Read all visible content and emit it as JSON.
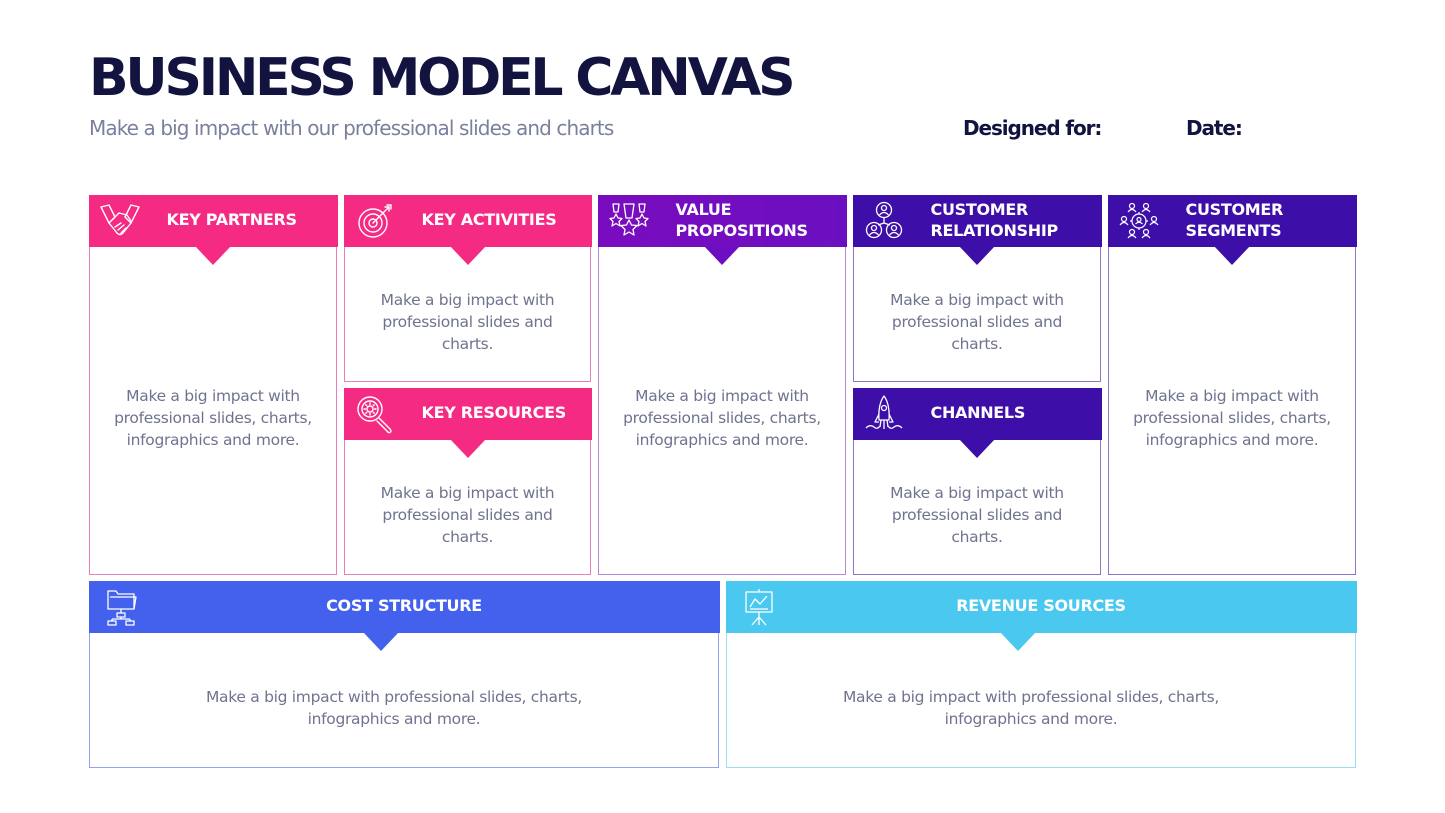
{
  "header": {
    "title": "BUSINESS MODEL CANVAS",
    "subtitle": "Make a big impact with our professional slides and charts",
    "designed_for_label": "Designed for:",
    "date_label": "Date:"
  },
  "colors": {
    "title": "#12133f",
    "subtitle": "#7a7f9e",
    "key_partners": "#f52a82",
    "key_activities": "#f52a82",
    "key_resources": "#f52a82",
    "value_propositions": "#7a0cbf",
    "customer_relationship": "#3d0fa8",
    "channels": "#3d0fa8",
    "customer_segments": "#3d0fa8",
    "cost_structure": "#4461ee",
    "revenue_sources": "#4bc8ef",
    "body_text": "#6f738f"
  },
  "canvas": {
    "key_partners": {
      "title": "KEY PARTNERS",
      "icon": "handshake-icon",
      "text": "Make a big impact with professional slides, charts, infographics and more."
    },
    "key_activities": {
      "title": "KEY ACTIVITIES",
      "icon": "target-icon",
      "text": "Make a big impact with professional slides and charts."
    },
    "key_resources": {
      "title": "KEY RESOURCES",
      "icon": "magnifier-gear-icon",
      "text": "Make a big impact with professional slides and charts."
    },
    "value_propositions": {
      "title_line1": "VALUE",
      "title_line2": "PROPOSITIONS",
      "icon": "medals-icon",
      "text": "Make a big impact with professional slides, charts, infographics and more."
    },
    "customer_relationship": {
      "title_line1": "CUSTOMER",
      "title_line2": "RELATIONSHIP",
      "icon": "people-network-icon",
      "text": "Make a big impact with professional slides and charts."
    },
    "channels": {
      "title": "CHANNELS",
      "icon": "rocket-icon",
      "text": "Make a big impact with professional slides and charts."
    },
    "customer_segments": {
      "title_line1": "CUSTOMER",
      "title_line2": "SEGMENTS",
      "icon": "audience-target-icon",
      "text": "Make a big impact with professional slides, charts, infographics and more."
    },
    "cost_structure": {
      "title": "COST STRUCTURE",
      "icon": "folder-hierarchy-icon",
      "text": "Make a big impact with professional slides, charts, infographics and more."
    },
    "revenue_sources": {
      "title": "REVENUE SOURCES",
      "icon": "presentation-chart-icon",
      "text": "Make a big impact with professional slides, charts, infographics and more."
    }
  }
}
